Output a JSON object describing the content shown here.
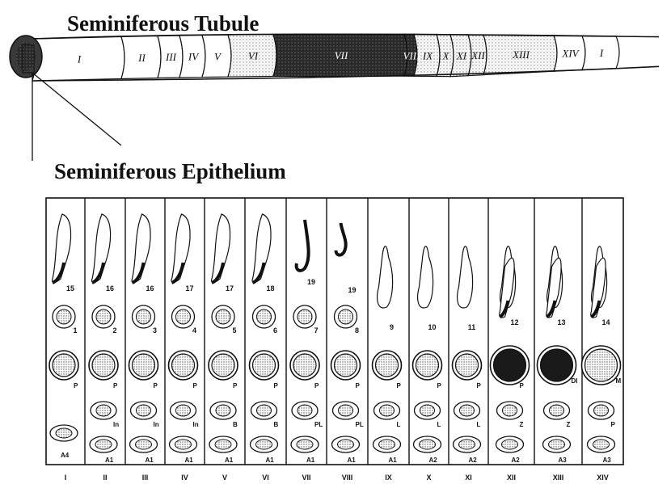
{
  "titles": {
    "tubule": "Seminiferous Tubule",
    "epithelium": "Seminiferous Epithelium"
  },
  "tubule_segments": [
    "I",
    "II",
    "III",
    "IV",
    "V",
    "VI",
    "VII",
    "VIII",
    "IX",
    "X",
    "XI",
    "XII",
    "XIII",
    "XIV",
    "I"
  ],
  "columns": [
    {
      "stage": "I",
      "spermatid_late": "15",
      "spermatid_early": "1",
      "spermatocyte": "P",
      "upper_cell": "",
      "spermatogonia": "A4"
    },
    {
      "stage": "II",
      "spermatid_late": "16",
      "spermatid_early": "2",
      "spermatocyte": "P",
      "upper_cell": "In",
      "spermatogonia": "A1"
    },
    {
      "stage": "III",
      "spermatid_late": "16",
      "spermatid_early": "3",
      "spermatocyte": "P",
      "upper_cell": "In",
      "spermatogonia": "A1"
    },
    {
      "stage": "IV",
      "spermatid_late": "17",
      "spermatid_early": "4",
      "spermatocyte": "P",
      "upper_cell": "In",
      "spermatogonia": "A1"
    },
    {
      "stage": "V",
      "spermatid_late": "17",
      "spermatid_early": "5",
      "spermatocyte": "P",
      "upper_cell": "B",
      "spermatogonia": "A1"
    },
    {
      "stage": "VI",
      "spermatid_late": "18",
      "spermatid_early": "6",
      "spermatocyte": "P",
      "upper_cell": "B",
      "spermatogonia": "A1"
    },
    {
      "stage": "VII",
      "spermatid_late": "19",
      "spermatid_early": "7",
      "spermatocyte": "P",
      "upper_cell": "PL",
      "spermatogonia": "A1"
    },
    {
      "stage": "VIII",
      "spermatid_late": "19",
      "spermatid_early": "8",
      "spermatocyte": "P",
      "upper_cell": "PL",
      "spermatogonia": "A1"
    },
    {
      "stage": "IX",
      "spermatid_late": "",
      "spermatid_early": "9",
      "spermatocyte": "P",
      "upper_cell": "L",
      "spermatogonia": "A1"
    },
    {
      "stage": "X",
      "spermatid_late": "",
      "spermatid_early": "10",
      "spermatocyte": "P",
      "upper_cell": "L",
      "spermatogonia": "A2"
    },
    {
      "stage": "XI",
      "spermatid_late": "",
      "spermatid_early": "11",
      "spermatocyte": "P",
      "upper_cell": "L",
      "spermatogonia": "A2"
    },
    {
      "stage": "XII",
      "spermatid_late": "",
      "spermatid_early": "12",
      "spermatocyte": "P",
      "upper_cell": "Z",
      "spermatogonia": "A2"
    },
    {
      "stage": "XIII",
      "spermatid_late": "",
      "spermatid_early": "13",
      "spermatocyte": "DI",
      "upper_cell": "Z",
      "spermatogonia": "A3"
    },
    {
      "stage": "XIV",
      "spermatid_late": "",
      "spermatid_early": "14",
      "spermatocyte": "M",
      "upper_cell": "P",
      "spermatogonia": "A3"
    }
  ],
  "colors": {
    "ink": "#111111",
    "paper": "#ffffff",
    "dark_stipple": "#2a2a2a",
    "light_stipple": "#bdbdbd"
  }
}
